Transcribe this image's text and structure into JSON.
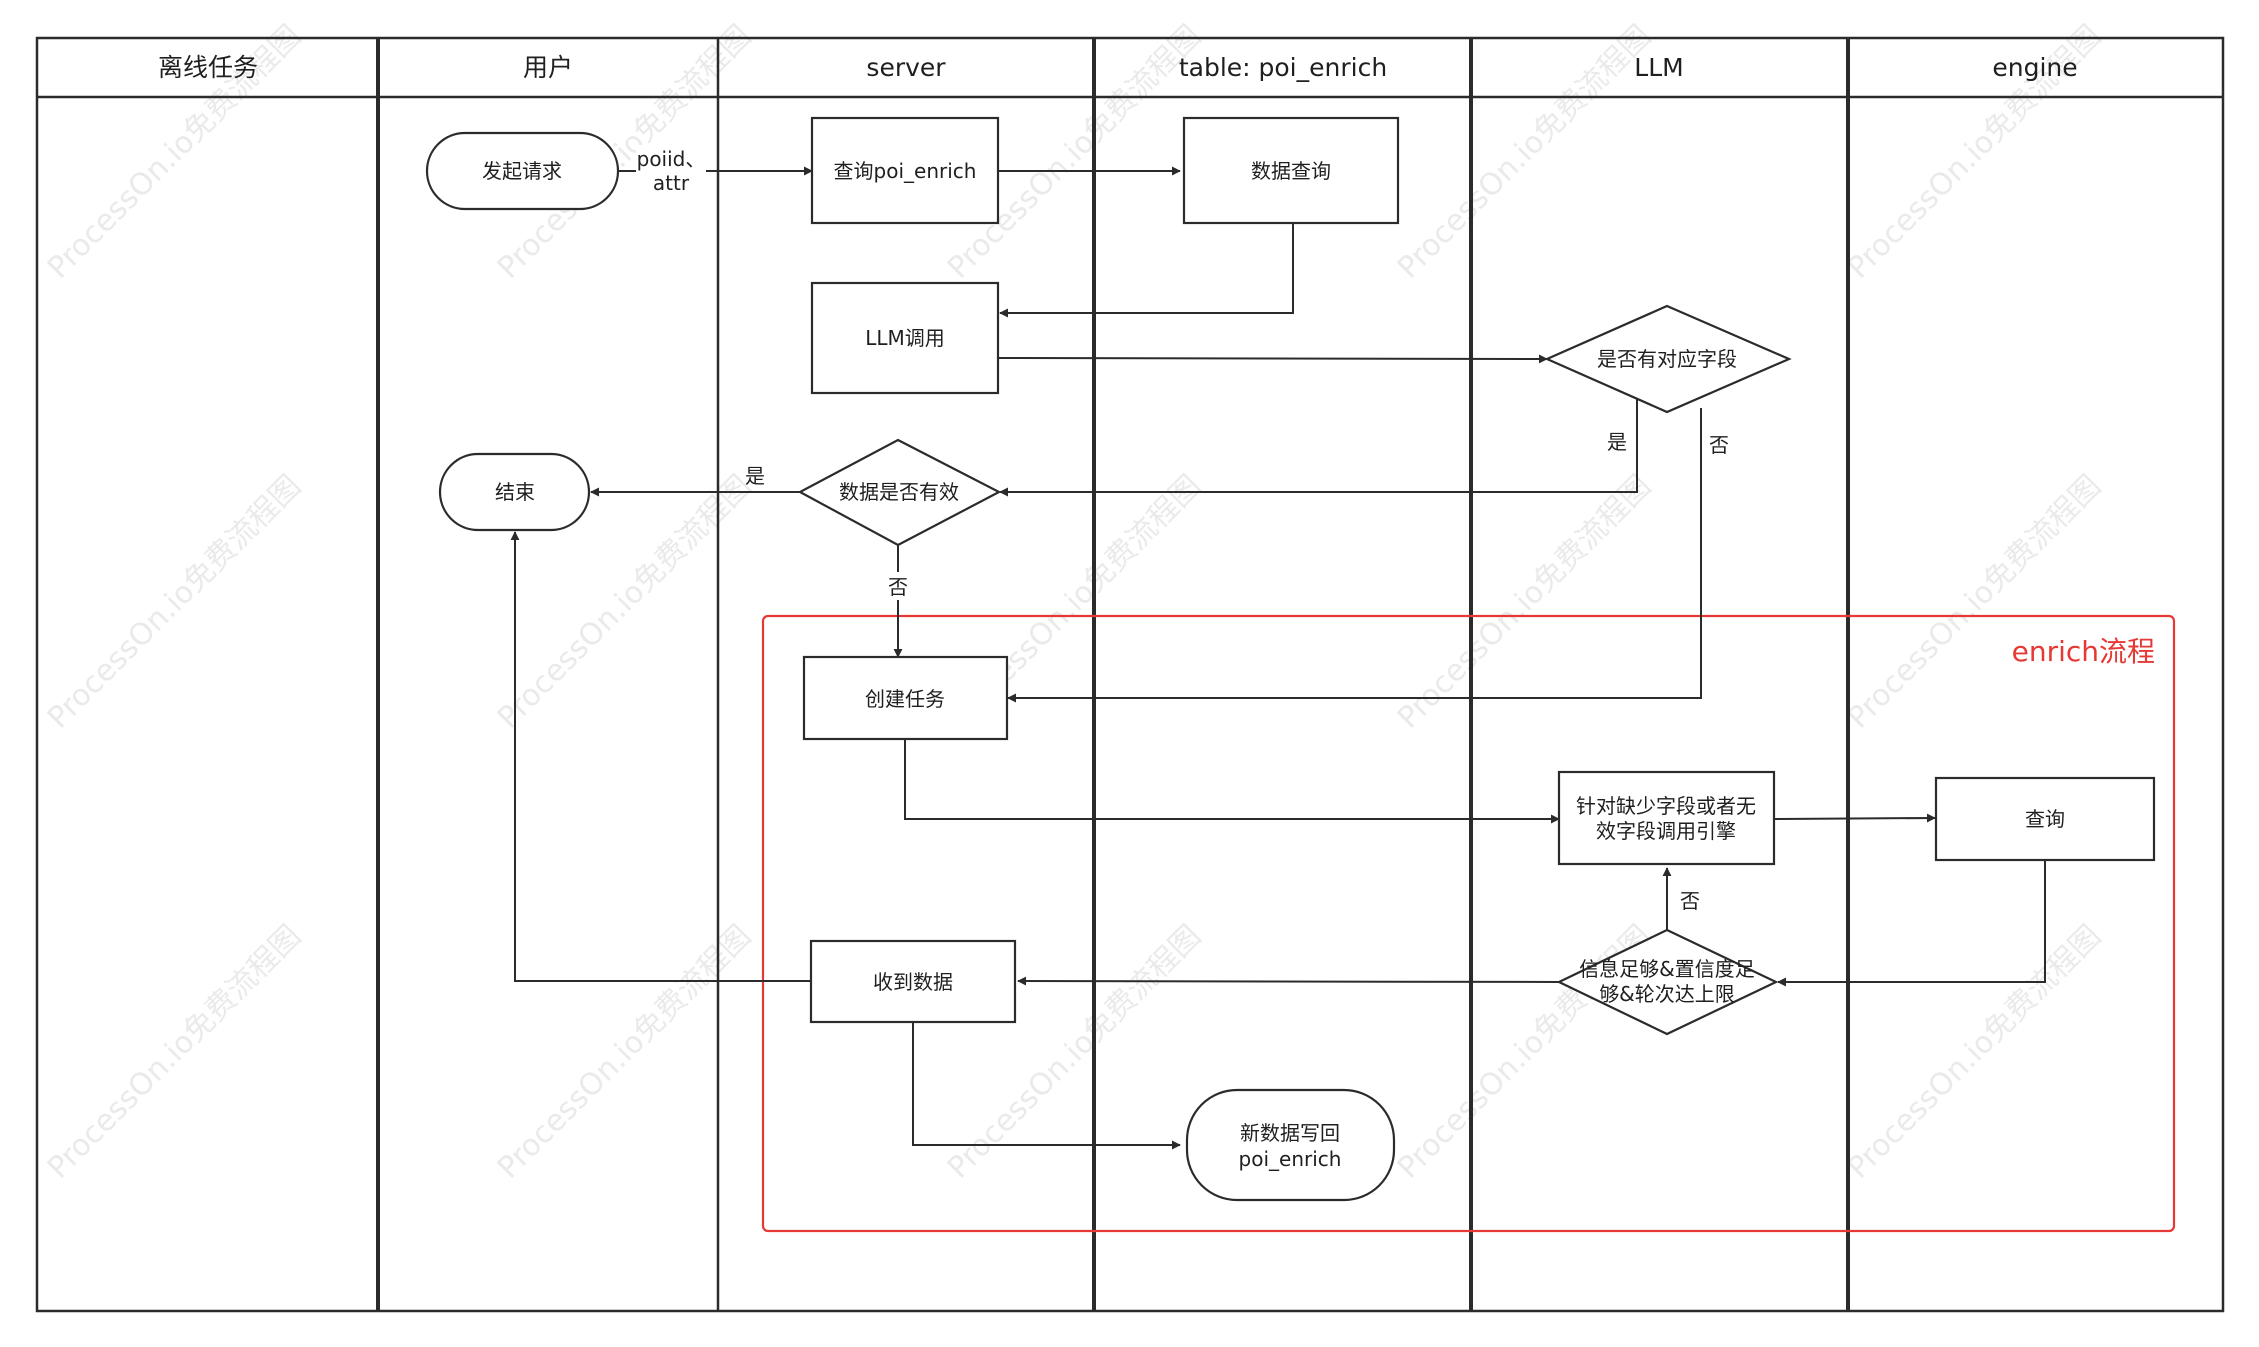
{
  "lanes": [
    {
      "id": "offline",
      "title": "离线任务"
    },
    {
      "id": "user",
      "title": "用户"
    },
    {
      "id": "server",
      "title": "server"
    },
    {
      "id": "table",
      "title": "table: poi_enrich"
    },
    {
      "id": "llm",
      "title": "LLM"
    },
    {
      "id": "engine",
      "title": "engine"
    }
  ],
  "group": {
    "label": "enrich流程",
    "color": "#e53935"
  },
  "nodes": {
    "start": {
      "lines": [
        "发起请求"
      ],
      "shape": "terminator"
    },
    "query_poi": {
      "lines": [
        "查询poi_enrich"
      ],
      "shape": "process"
    },
    "data_query": {
      "lines": [
        "数据查询"
      ],
      "shape": "process"
    },
    "llm_call": {
      "lines": [
        "LLM调用"
      ],
      "shape": "process"
    },
    "has_field": {
      "lines": [
        "是否有对应字段"
      ],
      "shape": "decision"
    },
    "data_valid": {
      "lines": [
        "数据是否有效"
      ],
      "shape": "decision"
    },
    "end": {
      "lines": [
        "结束"
      ],
      "shape": "terminator"
    },
    "create_task": {
      "lines": [
        "创建任务"
      ],
      "shape": "process"
    },
    "call_engine": {
      "lines": [
        "针对缺少字段或者无",
        "效字段调用引擎"
      ],
      "shape": "process"
    },
    "engine_query": {
      "lines": [
        "查询"
      ],
      "shape": "process"
    },
    "info_enough": {
      "lines": [
        "信息足够&置信度足",
        "够&轮次达上限"
      ],
      "shape": "decision"
    },
    "receive_data": {
      "lines": [
        "收到数据"
      ],
      "shape": "process"
    },
    "write_back": {
      "lines": [
        "新数据写回",
        "poi_enrich"
      ],
      "shape": "terminator"
    }
  },
  "edges": [
    {
      "id": "start-query",
      "label_lines": [
        "poiid、",
        "attr"
      ]
    },
    {
      "id": "query-dataquery",
      "label_lines": []
    },
    {
      "id": "dataquery-llmcall",
      "label_lines": []
    },
    {
      "id": "llmcall-hasfield",
      "label_lines": []
    },
    {
      "id": "hasfield-yes",
      "label_lines": [
        "是"
      ]
    },
    {
      "id": "hasfield-no",
      "label_lines": [
        "否"
      ]
    },
    {
      "id": "valid-yes",
      "label_lines": [
        "是"
      ]
    },
    {
      "id": "valid-no",
      "label_lines": [
        "否"
      ]
    },
    {
      "id": "task-callengine",
      "label_lines": []
    },
    {
      "id": "callengine-query",
      "label_lines": []
    },
    {
      "id": "query-infoenough",
      "label_lines": []
    },
    {
      "id": "infoenough-no",
      "label_lines": [
        "否"
      ]
    },
    {
      "id": "infoenough-receive",
      "label_lines": []
    },
    {
      "id": "receive-end",
      "label_lines": []
    },
    {
      "id": "receive-writeback",
      "label_lines": []
    }
  ],
  "watermark": "ProcessOn.io免费流程图"
}
